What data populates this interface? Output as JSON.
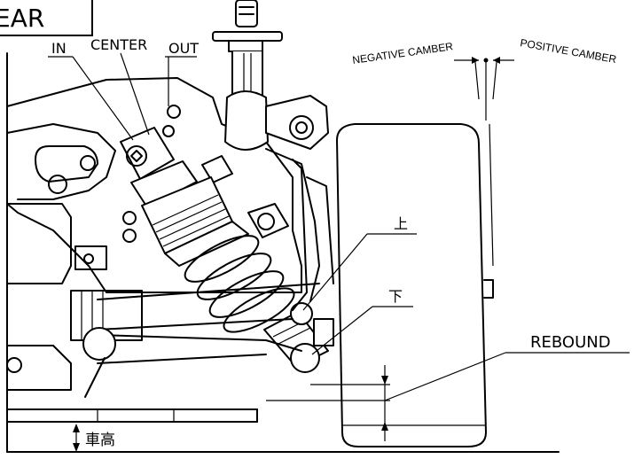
{
  "title_box": "EAR",
  "labels": {
    "in": "IN",
    "center": "CENTER",
    "out": "OUT",
    "negative_camber": "NEGATIVE CAMBER",
    "positive_camber": "POSITIVE CAMBER",
    "upper": "上",
    "lower": "下",
    "rebound": "REBOUND",
    "ride_height": "車高"
  }
}
